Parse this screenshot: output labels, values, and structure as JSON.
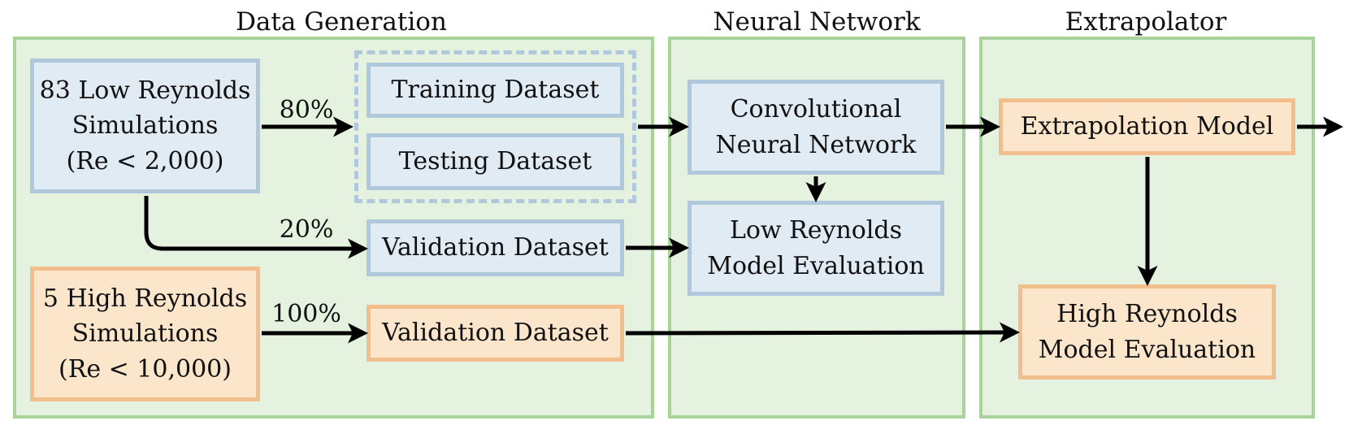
{
  "sections": {
    "data_generation": "Data Generation",
    "neural_network": "Neural Network",
    "extrapolator": "Extrapolator"
  },
  "boxes": {
    "low_sims": "83 Low Reynolds\nSimulations\n(Re < 2,000)",
    "high_sims": "5 High Reynolds\nSimulations\n(Re < 10,000)",
    "training": "Training Dataset",
    "testing": "Testing Dataset",
    "validation_low": "Validation Dataset",
    "validation_high": "Validation Dataset",
    "cnn": "Convolutional\nNeural Network",
    "low_eval": "Low Reynolds\nModel Evaluation",
    "extrap_model": "Extrapolation Model",
    "high_eval": "High Reynolds\nModel Evaluation"
  },
  "splits": {
    "train_test": "80%",
    "validation": "20%",
    "high_validation": "100%"
  }
}
